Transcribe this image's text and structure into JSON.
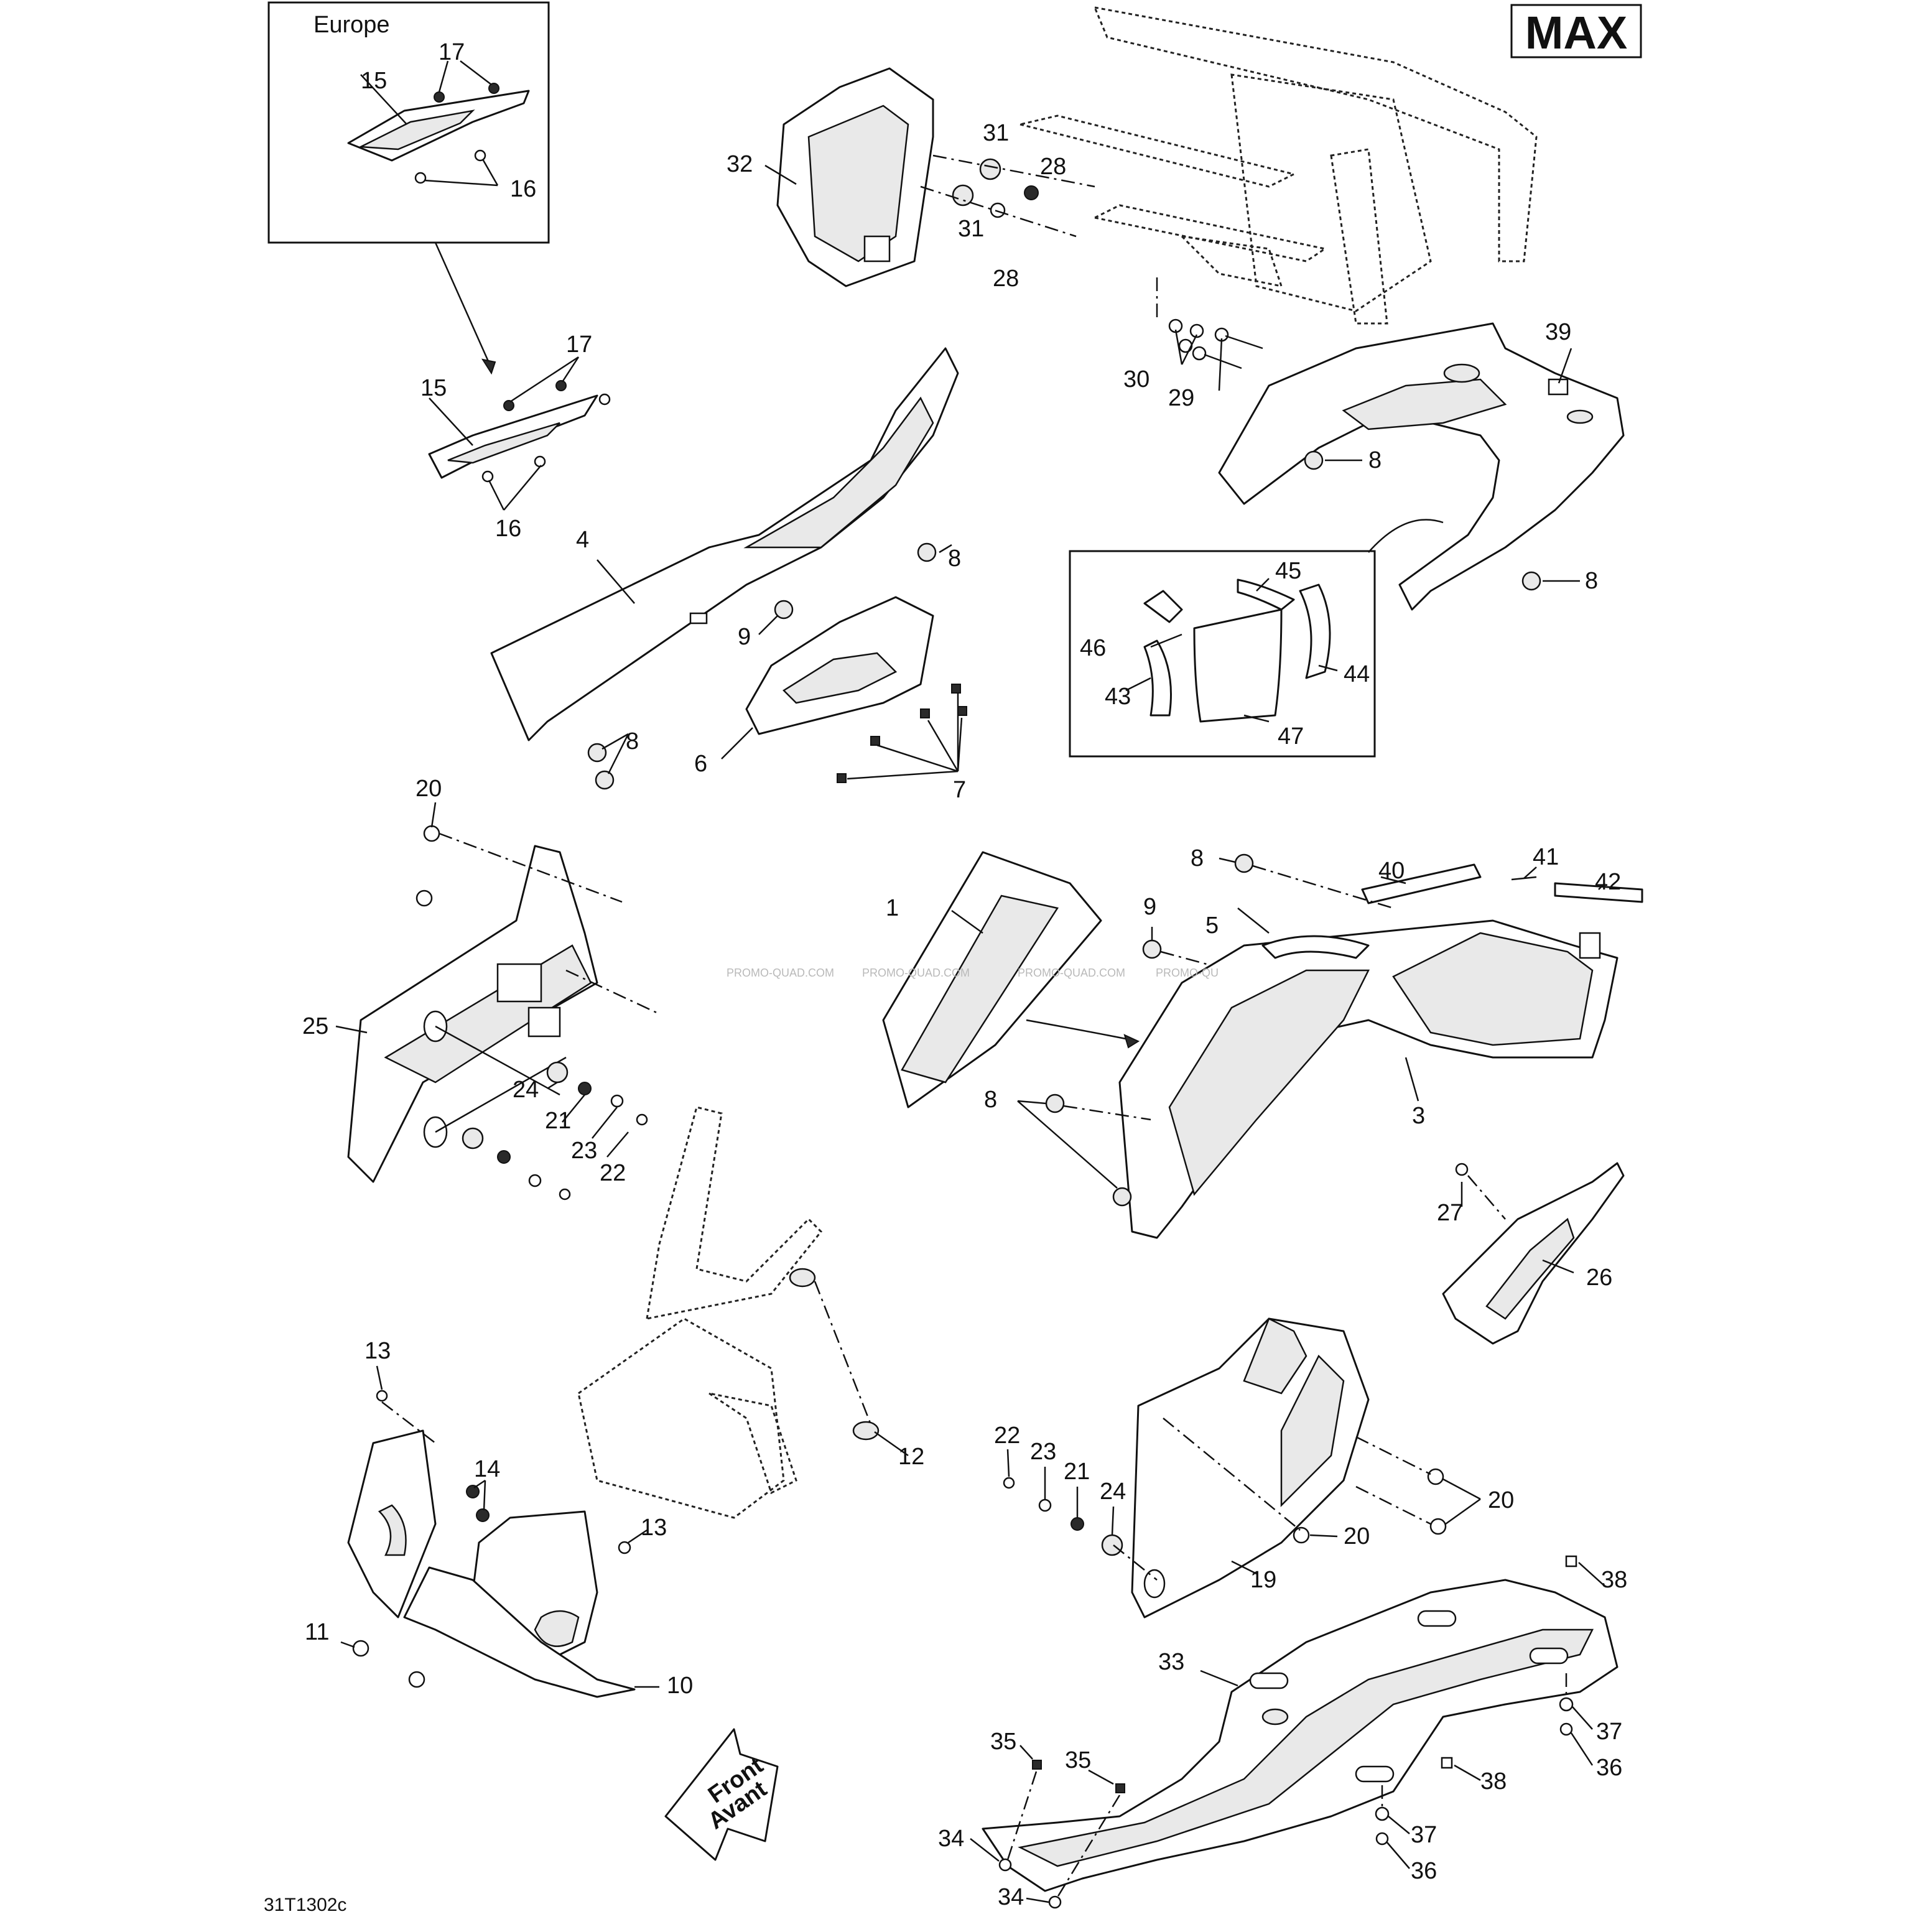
{
  "model_badge": "MAX",
  "inset_title": "Europe",
  "reference_code": "31T1302c",
  "front_arrow": {
    "line1": "Front",
    "line2": "Avant"
  },
  "watermark": "PROMO-QUAD.COM",
  "watermark_cut": "PROMO-QU",
  "callouts": {
    "c1": "1",
    "c3": "3",
    "c4": "4",
    "c5": "5",
    "c6": "6",
    "c7": "7",
    "c8": "8",
    "c9": "9",
    "c10": "10",
    "c11": "11",
    "c12": "12",
    "c13": "13",
    "c14": "14",
    "c15": "15",
    "c16": "16",
    "c17": "17",
    "c19": "19",
    "c20": "20",
    "c21": "21",
    "c22": "22",
    "c23": "23",
    "c24": "24",
    "c25": "25",
    "c26": "26",
    "c27": "27",
    "c28": "28",
    "c29": "29",
    "c30": "30",
    "c31": "31",
    "c32": "32",
    "c33": "33",
    "c34": "34",
    "c35": "35",
    "c36": "36",
    "c37": "37",
    "c38": "38",
    "c39": "39",
    "c40": "40",
    "c41": "41",
    "c42": "42",
    "c43": "43",
    "c44": "44",
    "c45": "45",
    "c46": "46",
    "c47": "47"
  }
}
